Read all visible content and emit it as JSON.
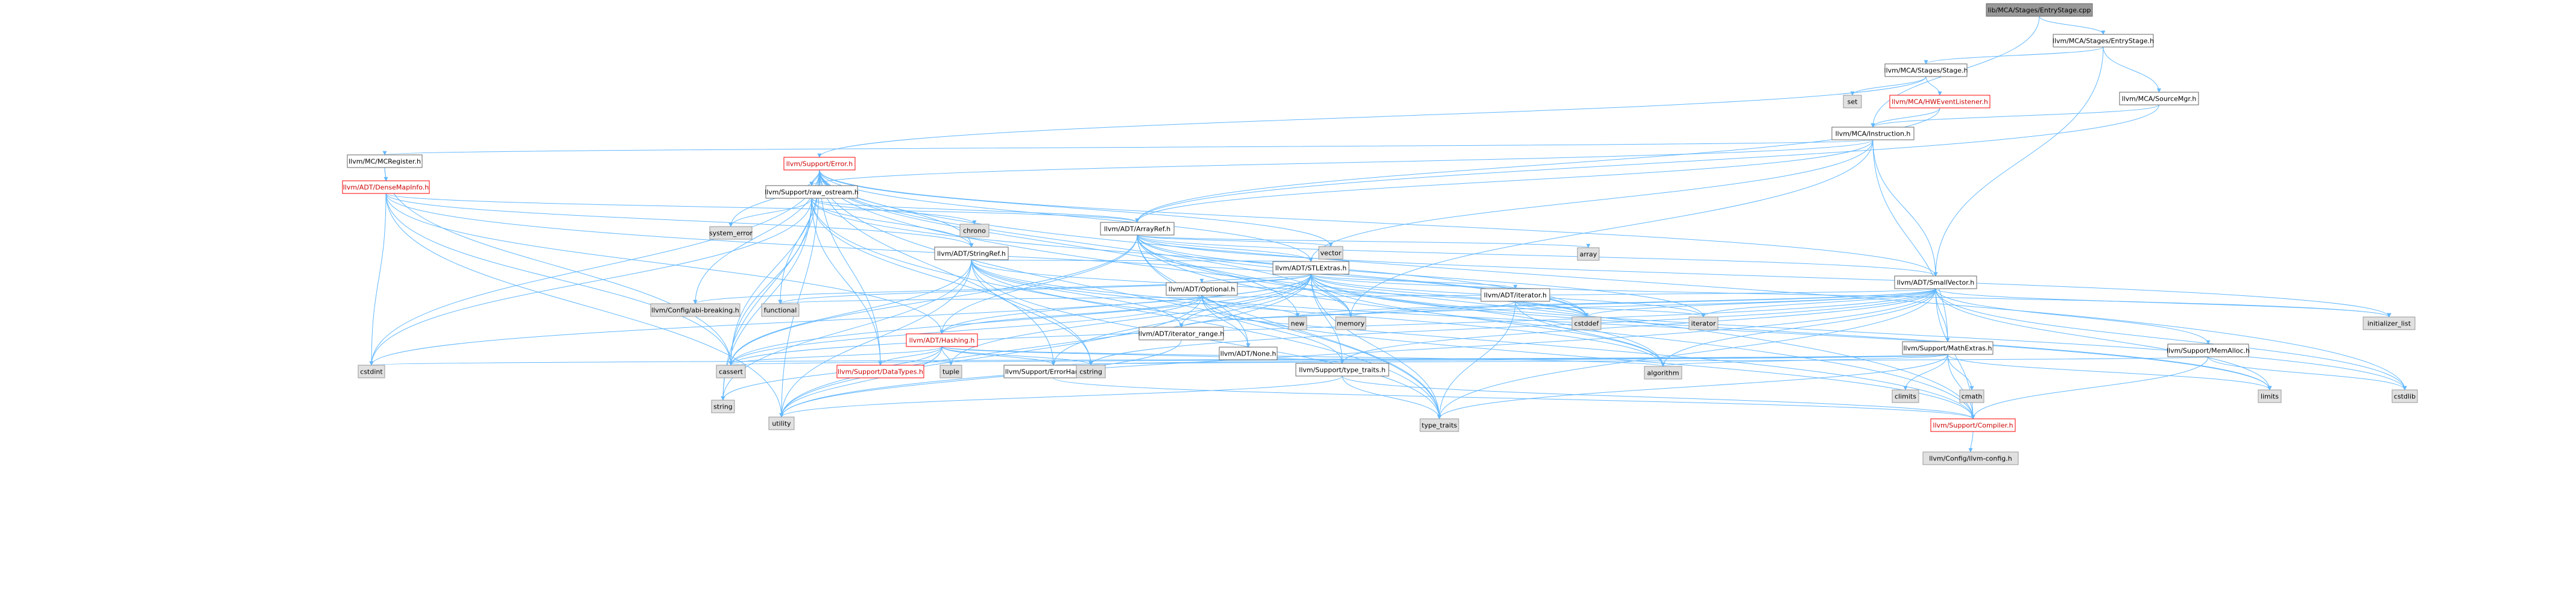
{
  "nodes": [
    {
      "id": "entrystage_cpp",
      "label": "lib/MCA/Stages/EntryStage.cpp",
      "kind": "focus"
    },
    {
      "id": "entrystage_h",
      "label": "llvm/MCA/Stages/EntryStage.h",
      "kind": "normal"
    },
    {
      "id": "stage_h",
      "label": "llvm/MCA/Stages/Stage.h",
      "kind": "normal"
    },
    {
      "id": "sourcemgr_h",
      "label": "llvm/MCA/SourceMgr.h",
      "kind": "normal"
    },
    {
      "id": "set",
      "label": "set",
      "kind": "external"
    },
    {
      "id": "hweventlistener_h",
      "label": "llvm/MCA/HWEventListener.h",
      "kind": "incomplete"
    },
    {
      "id": "instruction_h",
      "label": "llvm/MCA/Instruction.h",
      "kind": "normal"
    },
    {
      "id": "mcregister_h",
      "label": "llvm/MC/MCRegister.h",
      "kind": "normal"
    },
    {
      "id": "error_h",
      "label": "llvm/Support/Error.h",
      "kind": "incomplete"
    },
    {
      "id": "densemapinfo_h",
      "label": "llvm/ADT/DenseMapInfo.h",
      "kind": "incomplete"
    },
    {
      "id": "raw_ostream_h",
      "label": "llvm/Support/raw_ostream.h",
      "kind": "normal"
    },
    {
      "id": "system_error",
      "label": "system_error",
      "kind": "external"
    },
    {
      "id": "chrono",
      "label": "chrono",
      "kind": "external"
    },
    {
      "id": "arrayref_h",
      "label": "llvm/ADT/ArrayRef.h",
      "kind": "normal"
    },
    {
      "id": "stringref_h",
      "label": "llvm/ADT/StringRef.h",
      "kind": "normal"
    },
    {
      "id": "vector",
      "label": "vector",
      "kind": "external"
    },
    {
      "id": "array",
      "label": "array",
      "kind": "external"
    },
    {
      "id": "stlextras_h",
      "label": "llvm/ADT/STLExtras.h",
      "kind": "normal"
    },
    {
      "id": "smallvector_h",
      "label": "llvm/ADT/SmallVector.h",
      "kind": "normal"
    },
    {
      "id": "abi_breaking_h",
      "label": "llvm/Config/abi-breaking.h",
      "kind": "external"
    },
    {
      "id": "functional",
      "label": "functional",
      "kind": "external"
    },
    {
      "id": "optional_h",
      "label": "llvm/ADT/Optional.h",
      "kind": "normal"
    },
    {
      "id": "iterator_h",
      "label": "llvm/ADT/iterator.h",
      "kind": "normal"
    },
    {
      "id": "new",
      "label": "new",
      "kind": "external"
    },
    {
      "id": "memory",
      "label": "memory",
      "kind": "external"
    },
    {
      "id": "cstddef",
      "label": "cstddef",
      "kind": "external"
    },
    {
      "id": "iterator",
      "label": "iterator",
      "kind": "external"
    },
    {
      "id": "initializer_list",
      "label": "initializer_list",
      "kind": "external"
    },
    {
      "id": "mathextras_h",
      "label": "llvm/Support/MathExtras.h",
      "kind": "normal"
    },
    {
      "id": "memalloc_h",
      "label": "llvm/Support/MemAlloc.h",
      "kind": "normal"
    },
    {
      "id": "iterator_range_h",
      "label": "llvm/ADT/iterator_range.h",
      "kind": "normal"
    },
    {
      "id": "none_h",
      "label": "llvm/ADT/None.h",
      "kind": "normal"
    },
    {
      "id": "hashing_h",
      "label": "llvm/ADT/Hashing.h",
      "kind": "incomplete"
    },
    {
      "id": "cstdint",
      "label": "cstdint",
      "kind": "external"
    },
    {
      "id": "cassert",
      "label": "cassert",
      "kind": "external"
    },
    {
      "id": "datatypes_h",
      "label": "llvm/Support/DataTypes.h",
      "kind": "incomplete"
    },
    {
      "id": "tuple",
      "label": "tuple",
      "kind": "external"
    },
    {
      "id": "errorhandling_h",
      "label": "llvm/Support/ErrorHandling.h",
      "kind": "normal"
    },
    {
      "id": "cstring",
      "label": "cstring",
      "kind": "external"
    },
    {
      "id": "type_traits_h",
      "label": "llvm/Support/type_traits.h",
      "kind": "normal"
    },
    {
      "id": "algorithm",
      "label": "algorithm",
      "kind": "external"
    },
    {
      "id": "climits",
      "label": "climits",
      "kind": "external"
    },
    {
      "id": "cmath",
      "label": "cmath",
      "kind": "external"
    },
    {
      "id": "limits",
      "label": "limits",
      "kind": "external"
    },
    {
      "id": "cstdlib",
      "label": "cstdlib",
      "kind": "external"
    },
    {
      "id": "string",
      "label": "string",
      "kind": "external"
    },
    {
      "id": "utility",
      "label": "utility",
      "kind": "external"
    },
    {
      "id": "type_traits",
      "label": "type_traits",
      "kind": "external"
    },
    {
      "id": "compiler_h",
      "label": "llvm/Support/Compiler.h",
      "kind": "incomplete"
    },
    {
      "id": "llvm_config_h",
      "label": "llvm/Config/llvm-config.h",
      "kind": "external"
    }
  ],
  "edges": [
    [
      "entrystage_cpp",
      "entrystage_h"
    ],
    [
      "entrystage_cpp",
      "instruction_h"
    ],
    [
      "entrystage_h",
      "stage_h"
    ],
    [
      "entrystage_h",
      "sourcemgr_h"
    ],
    [
      "entrystage_h",
      "smallvector_h"
    ],
    [
      "stage_h",
      "set"
    ],
    [
      "stage_h",
      "hweventlistener_h"
    ],
    [
      "stage_h",
      "error_h"
    ],
    [
      "sourcemgr_h",
      "instruction_h"
    ],
    [
      "sourcemgr_h",
      "arrayref_h"
    ],
    [
      "hweventlistener_h",
      "instruction_h"
    ],
    [
      "hweventlistener_h",
      "arrayref_h"
    ],
    [
      "instruction_h",
      "mcregister_h"
    ],
    [
      "instruction_h",
      "stlextras_h"
    ],
    [
      "instruction_h",
      "arrayref_h"
    ],
    [
      "instruction_h",
      "smallvector_h"
    ],
    [
      "instruction_h",
      "mathextras_h"
    ],
    [
      "instruction_h",
      "raw_ostream_h"
    ],
    [
      "instruction_h",
      "memory"
    ],
    [
      "mcregister_h",
      "densemapinfo_h"
    ],
    [
      "mcregister_h",
      "cassert"
    ],
    [
      "densemapinfo_h",
      "hashing_h"
    ],
    [
      "densemapinfo_h",
      "stringref_h"
    ],
    [
      "densemapinfo_h",
      "arrayref_h"
    ],
    [
      "densemapinfo_h",
      "cassert"
    ],
    [
      "densemapinfo_h",
      "cstddef"
    ],
    [
      "densemapinfo_h",
      "cstdint"
    ],
    [
      "densemapinfo_h",
      "utility"
    ],
    [
      "error_h",
      "abi_breaking_h"
    ],
    [
      "error_h",
      "stlextras_h"
    ],
    [
      "error_h",
      "smallvector_h"
    ],
    [
      "error_h",
      "stringref_h"
    ],
    [
      "error_h",
      "raw_ostream_h"
    ],
    [
      "error_h",
      "system_error"
    ],
    [
      "error_h",
      "functional"
    ],
    [
      "error_h",
      "compiler_h"
    ],
    [
      "error_h",
      "errorhandling_h"
    ],
    [
      "error_h",
      "cassert"
    ],
    [
      "error_h",
      "cstdint"
    ],
    [
      "error_h",
      "cstdlib"
    ],
    [
      "error_h",
      "memory"
    ],
    [
      "error_h",
      "new"
    ],
    [
      "error_h",
      "string"
    ],
    [
      "error_h",
      "type_traits"
    ],
    [
      "error_h",
      "utility"
    ],
    [
      "error_h",
      "vector"
    ],
    [
      "error_h",
      "datatypes_h"
    ],
    [
      "raw_ostream_h",
      "arrayref_h"
    ],
    [
      "raw_ostream_h",
      "stringref_h"
    ],
    [
      "raw_ostream_h",
      "datatypes_h"
    ],
    [
      "raw_ostream_h",
      "cassert"
    ],
    [
      "raw_ostream_h",
      "chrono"
    ],
    [
      "raw_ostream_h",
      "cstddef"
    ],
    [
      "raw_ostream_h",
      "cstdint"
    ],
    [
      "raw_ostream_h",
      "cstring"
    ],
    [
      "raw_ostream_h",
      "string"
    ],
    [
      "raw_ostream_h",
      "type_traits"
    ],
    [
      "raw_ostream_h",
      "system_error"
    ],
    [
      "arrayref_h",
      "hashing_h"
    ],
    [
      "arrayref_h",
      "none_h"
    ],
    [
      "arrayref_h",
      "smallvector_h"
    ],
    [
      "arrayref_h",
      "stlextras_h"
    ],
    [
      "arrayref_h",
      "compiler_h"
    ],
    [
      "arrayref_h",
      "algorithm"
    ],
    [
      "arrayref_h",
      "array"
    ],
    [
      "arrayref_h",
      "cassert"
    ],
    [
      "arrayref_h",
      "cstddef"
    ],
    [
      "arrayref_h",
      "initializer_list"
    ],
    [
      "arrayref_h",
      "iterator"
    ],
    [
      "arrayref_h",
      "memory"
    ],
    [
      "arrayref_h",
      "type_traits"
    ],
    [
      "arrayref_h",
      "vector"
    ],
    [
      "stringref_h",
      "stlextras_h"
    ],
    [
      "stringref_h",
      "iterator_range_h"
    ],
    [
      "stringref_h",
      "compiler_h"
    ],
    [
      "stringref_h",
      "algorithm"
    ],
    [
      "stringref_h",
      "cassert"
    ],
    [
      "stringref_h",
      "cstddef"
    ],
    [
      "stringref_h",
      "cstring"
    ],
    [
      "stringref_h",
      "limits"
    ],
    [
      "stringref_h",
      "string"
    ],
    [
      "stringref_h",
      "type_traits"
    ],
    [
      "stringref_h",
      "utility"
    ],
    [
      "stlextras_h",
      "optional_h"
    ],
    [
      "stlextras_h",
      "iterator_h"
    ],
    [
      "stlextras_h",
      "iterator_range_h"
    ],
    [
      "stlextras_h",
      "abi_breaking_h"
    ],
    [
      "stlextras_h",
      "errorhandling_h"
    ],
    [
      "stlextras_h",
      "algorithm"
    ],
    [
      "stlextras_h",
      "cassert"
    ],
    [
      "stlextras_h",
      "cstddef"
    ],
    [
      "stlextras_h",
      "cstdint"
    ],
    [
      "stlextras_h",
      "cstdlib"
    ],
    [
      "stlextras_h",
      "functional"
    ],
    [
      "stlextras_h",
      "initializer_list"
    ],
    [
      "stlextras_h",
      "iterator"
    ],
    [
      "stlextras_h",
      "limits"
    ],
    [
      "stlextras_h",
      "memory"
    ],
    [
      "stlextras_h",
      "tuple"
    ],
    [
      "stlextras_h",
      "type_traits"
    ],
    [
      "stlextras_h",
      "utility"
    ],
    [
      "stlextras_h",
      "hashing_h"
    ],
    [
      "stlextras_h",
      "type_traits_h"
    ],
    [
      "optional_h",
      "hashing_h"
    ],
    [
      "optional_h",
      "none_h"
    ],
    [
      "optional_h",
      "compiler_h"
    ],
    [
      "optional_h",
      "type_traits_h"
    ],
    [
      "optional_h",
      "cassert"
    ],
    [
      "optional_h",
      "new"
    ],
    [
      "optional_h",
      "utility"
    ],
    [
      "iterator_h",
      "iterator_range_h"
    ],
    [
      "iterator_h",
      "algorithm"
    ],
    [
      "iterator_h",
      "cstddef"
    ],
    [
      "iterator_h",
      "iterator"
    ],
    [
      "iterator_h",
      "type_traits"
    ],
    [
      "iterator_range_h",
      "utility"
    ],
    [
      "hashing_h",
      "errorhandling_h"
    ],
    [
      "hashing_h",
      "datatypes_h"
    ],
    [
      "hashing_h",
      "type_traits_h"
    ],
    [
      "hashing_h",
      "algorithm"
    ],
    [
      "hashing_h",
      "cassert"
    ],
    [
      "hashing_h",
      "cstring"
    ],
    [
      "hashing_h",
      "string"
    ],
    [
      "hashing_h",
      "tuple"
    ],
    [
      "hashing_h",
      "utility"
    ],
    [
      "smallvector_h",
      "iterator_range_h"
    ],
    [
      "smallvector_h",
      "compiler_h"
    ],
    [
      "smallvector_h",
      "mathextras_h"
    ],
    [
      "smallvector_h",
      "memalloc_h"
    ],
    [
      "smallvector_h",
      "type_traits_h"
    ],
    [
      "smallvector_h",
      "algorithm"
    ],
    [
      "smallvector_h",
      "cassert"
    ],
    [
      "smallvector_h",
      "cstddef"
    ],
    [
      "smallvector_h",
      "cstdlib"
    ],
    [
      "smallvector_h",
      "cstring"
    ],
    [
      "smallvector_h",
      "functional"
    ],
    [
      "smallvector_h",
      "initializer_list"
    ],
    [
      "smallvector_h",
      "iterator"
    ],
    [
      "smallvector_h",
      "limits"
    ],
    [
      "smallvector_h",
      "memory"
    ],
    [
      "smallvector_h",
      "new"
    ],
    [
      "smallvector_h",
      "type_traits"
    ],
    [
      "smallvector_h",
      "utility"
    ],
    [
      "mathextras_h",
      "compiler_h"
    ],
    [
      "mathextras_h",
      "algorithm"
    ],
    [
      "mathextras_h",
      "cassert"
    ],
    [
      "mathextras_h",
      "climits"
    ],
    [
      "mathextras_h",
      "cmath"
    ],
    [
      "mathextras_h",
      "cstdint"
    ],
    [
      "mathextras_h",
      "cstring"
    ],
    [
      "mathextras_h",
      "limits"
    ],
    [
      "mathextras_h",
      "type_traits"
    ],
    [
      "memalloc_h",
      "compiler_h"
    ],
    [
      "memalloc_h",
      "errorhandling_h"
    ],
    [
      "memalloc_h",
      "cstdlib"
    ],
    [
      "errorhandling_h",
      "compiler_h"
    ],
    [
      "type_traits_h",
      "compiler_h"
    ],
    [
      "type_traits_h",
      "type_traits"
    ],
    [
      "type_traits_h",
      "utility"
    ],
    [
      "compiler_h",
      "llvm_config_h"
    ]
  ]
}
